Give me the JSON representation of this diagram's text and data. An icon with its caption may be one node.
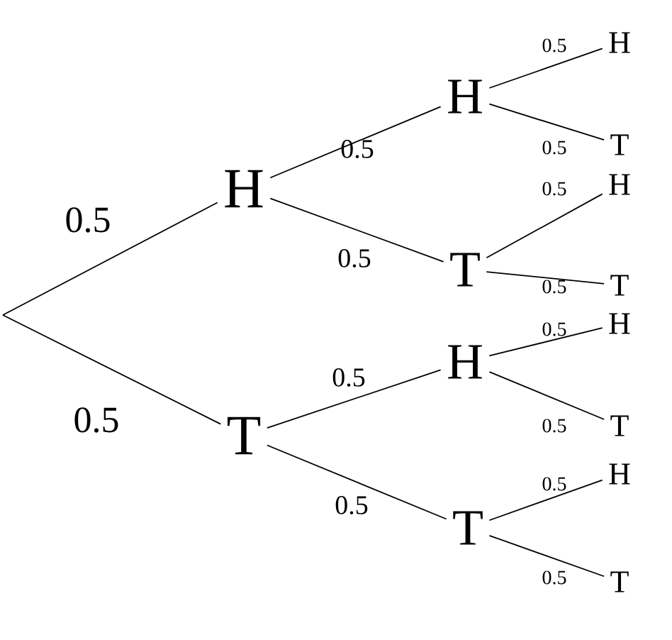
{
  "diagram": {
    "nodes": [
      {
        "text": [
          "H"
        ]
      },
      {
        "text": [
          "T"
        ]
      },
      {
        "text": [
          "H"
        ]
      },
      {
        "text": [
          "T"
        ]
      },
      {
        "text": [
          "H"
        ]
      },
      {
        "text": [
          "T"
        ]
      },
      {
        "text": [
          "H"
        ]
      },
      {
        "text": [
          "T"
        ]
      },
      {
        "text": [
          "H"
        ]
      },
      {
        "text": [
          "T"
        ]
      },
      {
        "text": [
          "H"
        ]
      },
      {
        "text": [
          "T"
        ]
      },
      {
        "text": [
          "H"
        ]
      },
      {
        "text": [
          "T"
        ]
      }
    ],
    "edges": [
      {
        "from": null,
        "to": 0,
        "arrow": "none",
        "label": "0.5"
      },
      {
        "from": null,
        "to": 1,
        "arrow": "none",
        "label": "0.5"
      },
      {
        "from": 0,
        "to": 2,
        "arrow": "none",
        "label": "0.5"
      },
      {
        "from": 0,
        "to": 3,
        "arrow": "none",
        "label": "0.5"
      },
      {
        "from": 1,
        "to": 4,
        "arrow": "none",
        "label": "0.5"
      },
      {
        "from": 1,
        "to": 5,
        "arrow": "none",
        "label": "0.5"
      },
      {
        "from": 2,
        "to": 6,
        "arrow": "none",
        "label": "0.5"
      },
      {
        "from": 2,
        "to": 7,
        "arrow": "none",
        "label": "0.5"
      },
      {
        "from": 3,
        "to": 8,
        "arrow": "none",
        "label": "0.5"
      },
      {
        "from": 3,
        "to": 9,
        "arrow": "none",
        "label": "0.5"
      },
      {
        "from": 4,
        "to": 10,
        "arrow": "none",
        "label": "0.5"
      },
      {
        "from": 4,
        "to": 11,
        "arrow": "none",
        "label": "0.5"
      },
      {
        "from": 5,
        "to": 12,
        "arrow": "none",
        "label": "0.5"
      },
      {
        "from": 5,
        "to": 13,
        "arrow": "none",
        "label": "0.5"
      }
    ]
  }
}
